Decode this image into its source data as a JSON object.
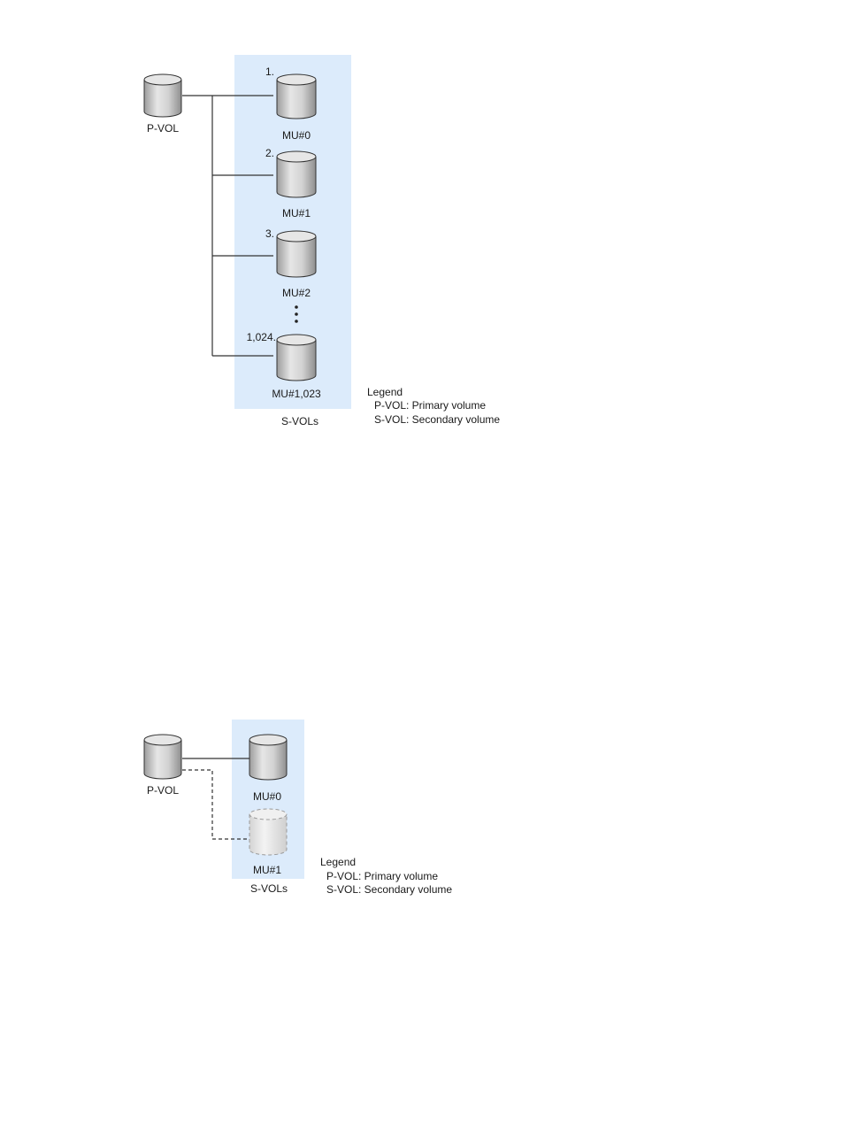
{
  "diagram1": {
    "pvol_label": "P-VOL",
    "svols_label": "S-VOLs",
    "volumes": [
      {
        "number": "1.",
        "mu": "MU#0"
      },
      {
        "number": "2.",
        "mu": "MU#1"
      },
      {
        "number": "3.",
        "mu": "MU#2"
      },
      {
        "number": "1,024.",
        "mu": "MU#1,023"
      }
    ],
    "legend": {
      "title": "Legend",
      "lines": [
        "P-VOL: Primary volume",
        "S-VOL: Secondary volume"
      ]
    }
  },
  "diagram2": {
    "pvol_label": "P-VOL",
    "svols_label": "S-VOLs",
    "volumes": [
      {
        "mu": "MU#0",
        "state": "solid"
      },
      {
        "mu": "MU#1",
        "state": "dashed"
      }
    ],
    "legend": {
      "title": "Legend",
      "lines": [
        "P-VOL: Primary volume",
        "S-VOL: Secondary volume"
      ]
    }
  },
  "colors": {
    "svol_area": "#dcebfb",
    "cylinder_fill": "#c8c8c8",
    "cylinder_top": "#e6e6e6",
    "cylinder_stroke": "#333333",
    "ghost_fill": "#e9e9e9",
    "ghost_stroke": "#9a9a9a",
    "line": "#333333"
  }
}
